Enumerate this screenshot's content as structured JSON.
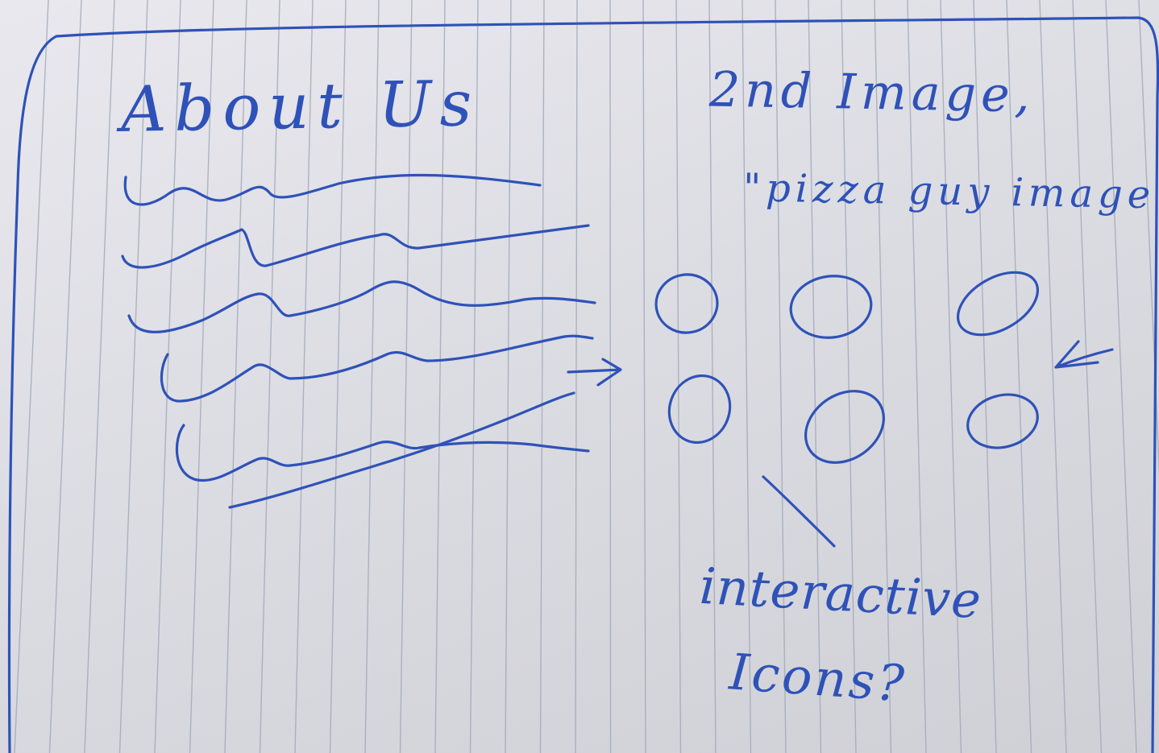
{
  "heading": "About Us",
  "image_note": {
    "line1": "2nd Image,",
    "line2": "\"pizza guy image\""
  },
  "icons_note": {
    "line1": "interactive",
    "line2": "Icons?"
  },
  "icon_grid": {
    "rows": 2,
    "columns": 3,
    "icon": "circle-icon"
  },
  "colors": {
    "ink": "#2f52b8",
    "paper": "#e3e3e9",
    "ruling": "#9aa3b4"
  }
}
